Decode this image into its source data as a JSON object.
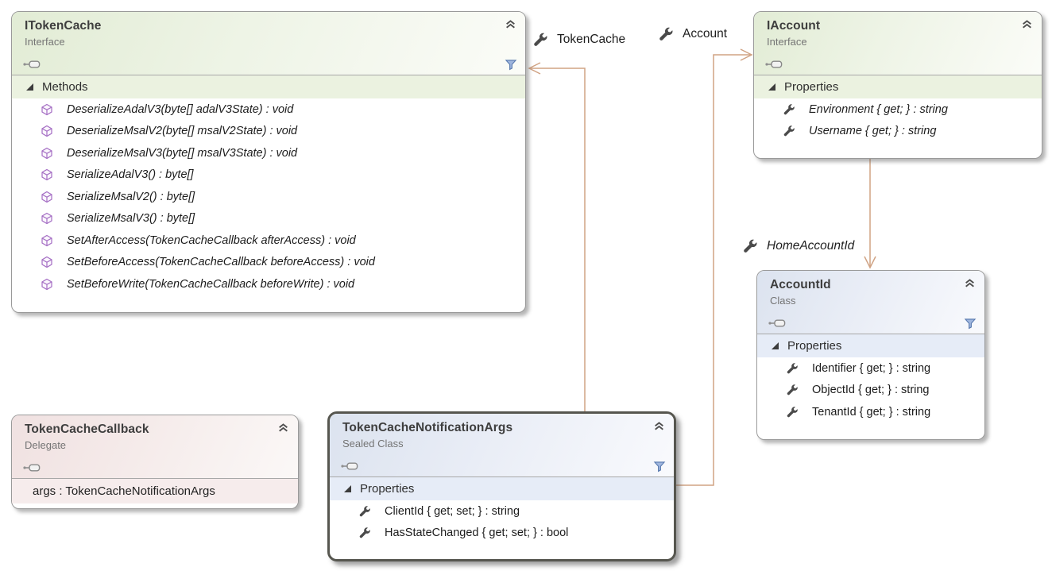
{
  "colors": {
    "connector": "#d0a384",
    "interface_header": "#e2ecd5",
    "class_header": "#dce3ef",
    "delegate_header": "#f0e1e1",
    "selected_border": "#56564f"
  },
  "boxes": [
    {
      "title": "ITokenCache",
      "kind": "Interface",
      "section_title": "Methods",
      "items": [
        {
          "icon": "cube",
          "italic": true,
          "text": "DeserializeAdalV3(byte[] adalV3State) : void"
        },
        {
          "icon": "cube",
          "italic": true,
          "text": "DeserializeMsalV2(byte[] msalV2State) : void"
        },
        {
          "icon": "cube",
          "italic": true,
          "text": "DeserializeMsalV3(byte[] msalV3State) : void"
        },
        {
          "icon": "cube",
          "italic": true,
          "text": "SerializeAdalV3() : byte[]"
        },
        {
          "icon": "cube",
          "italic": true,
          "text": "SerializeMsalV2() : byte[]"
        },
        {
          "icon": "cube",
          "italic": true,
          "text": "SerializeMsalV3() : byte[]"
        },
        {
          "icon": "cube",
          "italic": true,
          "text": "SetAfterAccess(TokenCacheCallback afterAccess) : void"
        },
        {
          "icon": "cube",
          "italic": true,
          "text": "SetBeforeAccess(TokenCacheCallback beforeAccess) : void"
        },
        {
          "icon": "cube",
          "italic": true,
          "text": "SetBeforeWrite(TokenCacheCallback beforeWrite) : void"
        }
      ]
    },
    {
      "title": "IAccount",
      "kind": "Interface",
      "section_title": "Properties",
      "items": [
        {
          "icon": "wrench",
          "italic": true,
          "text": "Environment { get; } : string"
        },
        {
          "icon": "wrench",
          "italic": true,
          "text": "Username { get; } : string"
        }
      ]
    },
    {
      "title": "AccountId",
      "kind": "Class",
      "section_title": "Properties",
      "items": [
        {
          "icon": "wrench",
          "italic": false,
          "text": "Identifier { get; } : string"
        },
        {
          "icon": "wrench",
          "italic": false,
          "text": "ObjectId { get; } : string"
        },
        {
          "icon": "wrench",
          "italic": false,
          "text": "TenantId { get; } : string"
        }
      ]
    },
    {
      "title": "TokenCacheCallback",
      "kind": "Delegate",
      "section_title": null,
      "items": [
        {
          "icon": "none",
          "italic": false,
          "text": "args : TokenCacheNotificationArgs"
        }
      ]
    },
    {
      "title": "TokenCacheNotificationArgs",
      "kind": "Sealed Class",
      "section_title": "Properties",
      "items": [
        {
          "icon": "wrench",
          "italic": false,
          "text": "ClientId { get; set; } : string"
        },
        {
          "icon": "wrench",
          "italic": false,
          "text": "HasStateChanged { get; set; } : bool"
        }
      ]
    }
  ],
  "connectors": [
    {
      "label": "TokenCache",
      "italic": false
    },
    {
      "label": "Account",
      "italic": false
    },
    {
      "label": "HomeAccountId",
      "italic": true
    }
  ]
}
